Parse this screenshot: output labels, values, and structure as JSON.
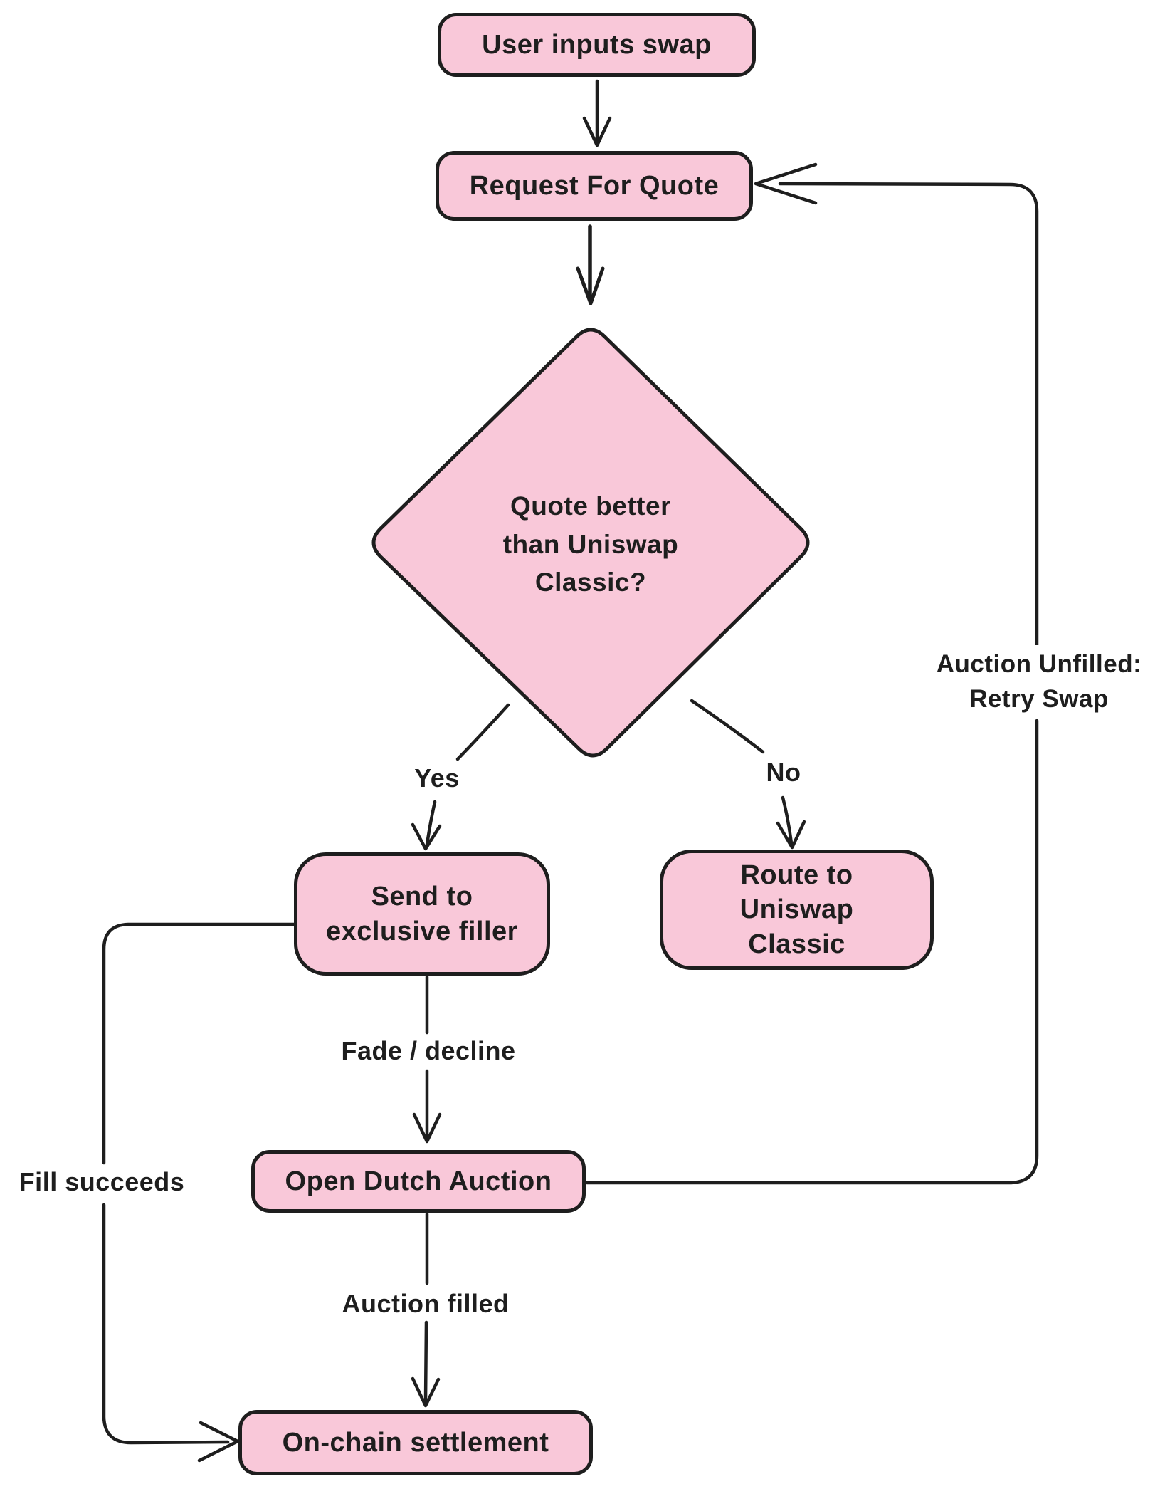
{
  "colors": {
    "node_fill": "#f9c8d9",
    "stroke": "#1e1e1e",
    "text": "#1e1e1e",
    "background": "#ffffff"
  },
  "nodes": {
    "user_inputs_swap": "User inputs swap",
    "request_for_quote": "Request For Quote",
    "decision_quote_better": "Quote better than Uniswap Classic?",
    "send_to_exclusive_filler": "Send to exclusive filler",
    "route_to_uniswap_classic": "Route to Uniswap Classic",
    "open_dutch_auction": "Open Dutch Auction",
    "onchain_settlement": "On-chain settlement"
  },
  "edge_labels": {
    "yes": "Yes",
    "no": "No",
    "fade_decline": "Fade / decline",
    "auction_filled": "Auction filled",
    "fill_succeeds": "Fill succeeds",
    "auction_unfilled_retry": "Auction Unfilled: Retry Swap"
  }
}
